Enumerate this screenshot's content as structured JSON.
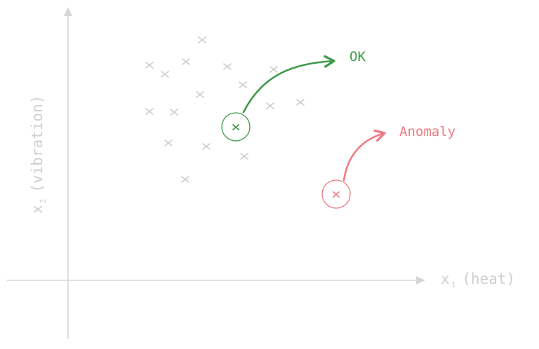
{
  "colors": {
    "axis": "#d6d6d6",
    "axis_text": "#cfcfcf",
    "point": "#cdcdcd",
    "ok": "#3e9a4a",
    "anomaly": "#f07c82"
  },
  "axes": {
    "x_label": "x",
    "x_subscript": "1",
    "x_suffix": "(heat)",
    "y_label": "x",
    "y_subscript": "2",
    "y_suffix": "(vibration)"
  },
  "labels": {
    "ok": "OK",
    "anomaly": "Anomaly"
  },
  "icons": {
    "point_marker": "cross-icon",
    "highlight": "circle-icon",
    "pointer": "arrow-icon"
  }
}
